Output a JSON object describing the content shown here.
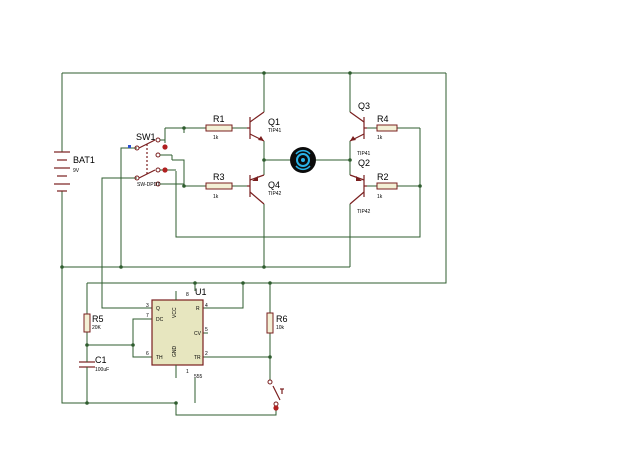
{
  "components": {
    "bat1": {
      "ref": "BAT1",
      "value": "9V"
    },
    "sw1": {
      "ref": "SW1",
      "value": "SW-DPDT"
    },
    "r1": {
      "ref": "R1",
      "value": "1k"
    },
    "r2": {
      "ref": "R2",
      "value": "1k"
    },
    "r3": {
      "ref": "R3",
      "value": "1k"
    },
    "r4": {
      "ref": "R4",
      "value": "1k"
    },
    "r5": {
      "ref": "R5",
      "value": "20K"
    },
    "r6": {
      "ref": "R6",
      "value": "10k"
    },
    "c1": {
      "ref": "C1",
      "value": "100uF"
    },
    "q1": {
      "ref": "Q1",
      "value": "TIP41"
    },
    "q2": {
      "ref": "Q2",
      "value": "TIP42"
    },
    "q3": {
      "ref": "Q3",
      "value": "TIP41"
    },
    "q4": {
      "ref": "Q4",
      "value": "TIP42"
    },
    "u1": {
      "ref": "U1",
      "value": "555",
      "pins": {
        "q": "Q",
        "r": "R",
        "dc": "DC",
        "cv": "CV",
        "th": "TH",
        "tr": "TR",
        "gnd": "GND",
        "vcc": "VCC"
      },
      "pin_numbers": {
        "p3": "3",
        "p4": "4",
        "p7": "7",
        "p5": "5",
        "p6": "6",
        "p2": "2",
        "p8": "8",
        "p1": "1"
      }
    },
    "motor": {
      "icon": "dc-motor-icon"
    }
  },
  "colors": {
    "wire": "#2f5d2f",
    "component": "#7a1f1f",
    "ic_body": "#e7e6bf",
    "motor_accent": "#2ab3e8"
  }
}
